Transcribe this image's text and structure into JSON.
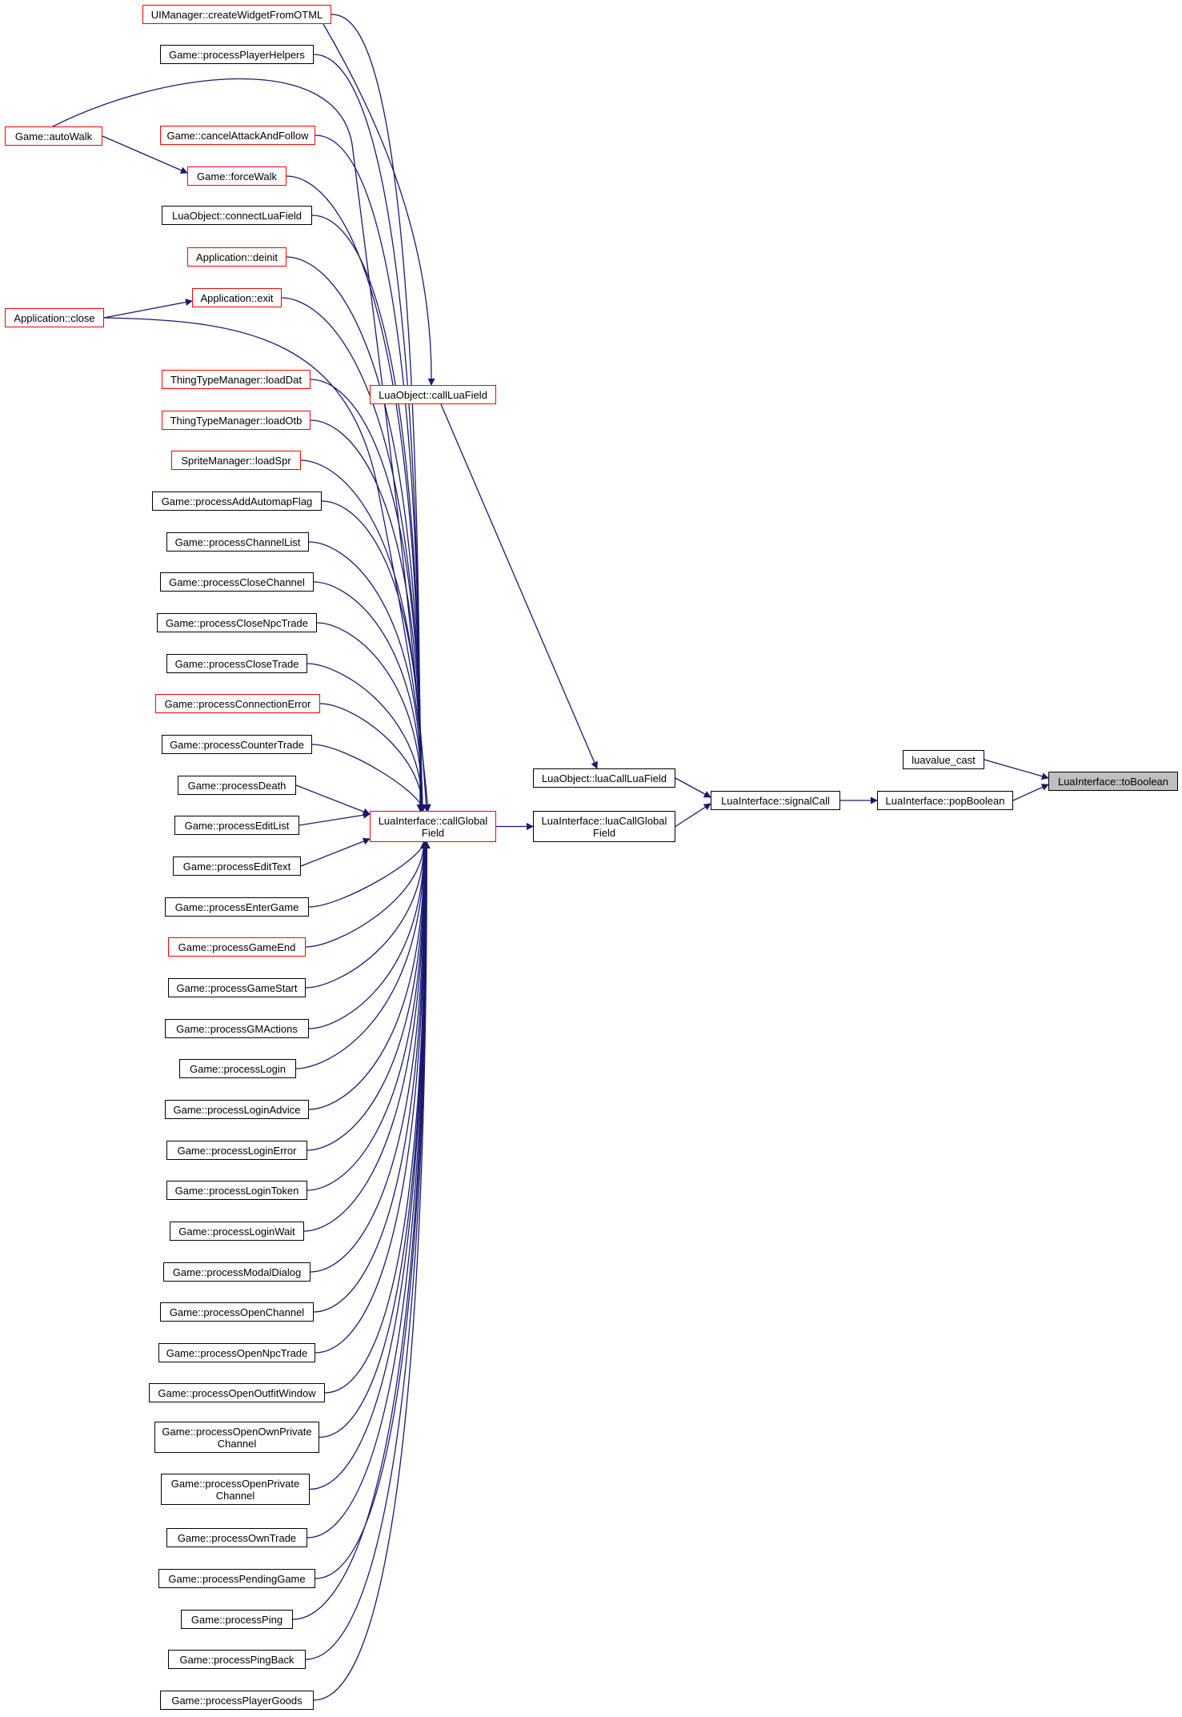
{
  "colors": {
    "edge": "#191970",
    "red_border": "#ff0000",
    "black_border": "#000000",
    "focus_fill": "#bfbfbf"
  },
  "nodes": [
    {
      "id": "createWidget",
      "lines": [
        "UIManager::createWidgetFromOTML"
      ],
      "style": "red"
    },
    {
      "id": "playerHelpers",
      "lines": [
        "Game::processPlayerHelpers"
      ],
      "style": "black"
    },
    {
      "id": "autoWalk",
      "lines": [
        "Game::autoWalk"
      ],
      "style": "red"
    },
    {
      "id": "cancelAttack",
      "lines": [
        "Game::cancelAttackAndFollow"
      ],
      "style": "red"
    },
    {
      "id": "forceWalk",
      "lines": [
        "Game::forceWalk"
      ],
      "style": "red"
    },
    {
      "id": "connectLuaField",
      "lines": [
        "LuaObject::connectLuaField"
      ],
      "style": "black"
    },
    {
      "id": "deinit",
      "lines": [
        "Application::deinit"
      ],
      "style": "red"
    },
    {
      "id": "appExit",
      "lines": [
        "Application::exit"
      ],
      "style": "red"
    },
    {
      "id": "appClose",
      "lines": [
        "Application::close"
      ],
      "style": "red"
    },
    {
      "id": "loadDat",
      "lines": [
        "ThingTypeManager::loadDat"
      ],
      "style": "red"
    },
    {
      "id": "loadOtb",
      "lines": [
        "ThingTypeManager::loadOtb"
      ],
      "style": "red"
    },
    {
      "id": "loadSpr",
      "lines": [
        "SpriteManager::loadSpr"
      ],
      "style": "red"
    },
    {
      "id": "callLuaField",
      "lines": [
        "LuaObject::callLuaField"
      ],
      "style": "red"
    },
    {
      "id": "addAutomap",
      "lines": [
        "Game::processAddAutomapFlag"
      ],
      "style": "black"
    },
    {
      "id": "channelList",
      "lines": [
        "Game::processChannelList"
      ],
      "style": "black"
    },
    {
      "id": "closeChannel",
      "lines": [
        "Game::processCloseChannel"
      ],
      "style": "black"
    },
    {
      "id": "closeNpcTrade",
      "lines": [
        "Game::processCloseNpcTrade"
      ],
      "style": "black"
    },
    {
      "id": "closeTrade",
      "lines": [
        "Game::processCloseTrade"
      ],
      "style": "black"
    },
    {
      "id": "connError",
      "lines": [
        "Game::processConnectionError"
      ],
      "style": "red"
    },
    {
      "id": "counterTrade",
      "lines": [
        "Game::processCounterTrade"
      ],
      "style": "black"
    },
    {
      "id": "death",
      "lines": [
        "Game::processDeath"
      ],
      "style": "black"
    },
    {
      "id": "editList",
      "lines": [
        "Game::processEditList"
      ],
      "style": "black"
    },
    {
      "id": "editText",
      "lines": [
        "Game::processEditText"
      ],
      "style": "black"
    },
    {
      "id": "enterGame",
      "lines": [
        "Game::processEnterGame"
      ],
      "style": "black"
    },
    {
      "id": "gameEnd",
      "lines": [
        "Game::processGameEnd"
      ],
      "style": "red"
    },
    {
      "id": "gameStart",
      "lines": [
        "Game::processGameStart"
      ],
      "style": "black"
    },
    {
      "id": "gmActions",
      "lines": [
        "Game::processGMActions"
      ],
      "style": "black"
    },
    {
      "id": "login",
      "lines": [
        "Game::processLogin"
      ],
      "style": "black"
    },
    {
      "id": "loginAdvice",
      "lines": [
        "Game::processLoginAdvice"
      ],
      "style": "black"
    },
    {
      "id": "loginError",
      "lines": [
        "Game::processLoginError"
      ],
      "style": "black"
    },
    {
      "id": "loginToken",
      "lines": [
        "Game::processLoginToken"
      ],
      "style": "black"
    },
    {
      "id": "loginWait",
      "lines": [
        "Game::processLoginWait"
      ],
      "style": "black"
    },
    {
      "id": "modalDialog",
      "lines": [
        "Game::processModalDialog"
      ],
      "style": "black"
    },
    {
      "id": "openChannel",
      "lines": [
        "Game::processOpenChannel"
      ],
      "style": "black"
    },
    {
      "id": "openNpcTrade",
      "lines": [
        "Game::processOpenNpcTrade"
      ],
      "style": "black"
    },
    {
      "id": "openOutfit",
      "lines": [
        "Game::processOpenOutfitWindow"
      ],
      "style": "black"
    },
    {
      "id": "openOwnPrivate",
      "lines": [
        "Game::processOpenOwnPrivate",
        "Channel"
      ],
      "style": "black"
    },
    {
      "id": "openPrivate",
      "lines": [
        "Game::processOpenPrivate",
        "Channel"
      ],
      "style": "black"
    },
    {
      "id": "ownTrade",
      "lines": [
        "Game::processOwnTrade"
      ],
      "style": "black"
    },
    {
      "id": "pendingGame",
      "lines": [
        "Game::processPendingGame"
      ],
      "style": "black"
    },
    {
      "id": "ping",
      "lines": [
        "Game::processPing"
      ],
      "style": "black"
    },
    {
      "id": "pingBack",
      "lines": [
        "Game::processPingBack"
      ],
      "style": "black"
    },
    {
      "id": "playerGoods",
      "lines": [
        "Game::processPlayerGoods"
      ],
      "style": "black"
    },
    {
      "id": "callGlobalField",
      "lines": [
        "LuaInterface::callGlobal",
        "Field"
      ],
      "style": "red"
    },
    {
      "id": "luaCallLuaField",
      "lines": [
        "LuaObject::luaCallLuaField"
      ],
      "style": "black"
    },
    {
      "id": "luaCallGlobalField",
      "lines": [
        "LuaInterface::luaCallGlobal",
        "Field"
      ],
      "style": "black"
    },
    {
      "id": "signalCall",
      "lines": [
        "LuaInterface::signalCall"
      ],
      "style": "black"
    },
    {
      "id": "luavalueCast",
      "lines": [
        "luavalue_cast"
      ],
      "style": "black"
    },
    {
      "id": "popBoolean",
      "lines": [
        "LuaInterface::popBoolean"
      ],
      "style": "black"
    },
    {
      "id": "toBoolean",
      "lines": [
        "LuaInterface::toBoolean"
      ],
      "style": "focus"
    }
  ],
  "edges": [
    [
      "createWidget",
      "callLuaField"
    ],
    [
      "createWidget",
      "callGlobalField"
    ],
    [
      "playerHelpers",
      "callGlobalField"
    ],
    [
      "autoWalk",
      "callGlobalField"
    ],
    [
      "autoWalk",
      "forceWalk"
    ],
    [
      "cancelAttack",
      "callGlobalField"
    ],
    [
      "forceWalk",
      "callGlobalField"
    ],
    [
      "connectLuaField",
      "callGlobalField"
    ],
    [
      "deinit",
      "callGlobalField"
    ],
    [
      "appExit",
      "callGlobalField"
    ],
    [
      "appClose",
      "appExit"
    ],
    [
      "appClose",
      "callGlobalField"
    ],
    [
      "loadDat",
      "callGlobalField"
    ],
    [
      "loadOtb",
      "callGlobalField"
    ],
    [
      "loadSpr",
      "callGlobalField"
    ],
    [
      "addAutomap",
      "callGlobalField"
    ],
    [
      "channelList",
      "callGlobalField"
    ],
    [
      "closeChannel",
      "callGlobalField"
    ],
    [
      "closeNpcTrade",
      "callGlobalField"
    ],
    [
      "closeTrade",
      "callGlobalField"
    ],
    [
      "connError",
      "callGlobalField"
    ],
    [
      "counterTrade",
      "callGlobalField"
    ],
    [
      "death",
      "callGlobalField"
    ],
    [
      "editList",
      "callGlobalField"
    ],
    [
      "editText",
      "callGlobalField"
    ],
    [
      "enterGame",
      "callGlobalField"
    ],
    [
      "gameEnd",
      "callGlobalField"
    ],
    [
      "gameStart",
      "callGlobalField"
    ],
    [
      "gmActions",
      "callGlobalField"
    ],
    [
      "login",
      "callGlobalField"
    ],
    [
      "loginAdvice",
      "callGlobalField"
    ],
    [
      "loginError",
      "callGlobalField"
    ],
    [
      "loginToken",
      "callGlobalField"
    ],
    [
      "loginWait",
      "callGlobalField"
    ],
    [
      "modalDialog",
      "callGlobalField"
    ],
    [
      "openChannel",
      "callGlobalField"
    ],
    [
      "openNpcTrade",
      "callGlobalField"
    ],
    [
      "openOutfit",
      "callGlobalField"
    ],
    [
      "openOwnPrivate",
      "callGlobalField"
    ],
    [
      "openPrivate",
      "callGlobalField"
    ],
    [
      "ownTrade",
      "callGlobalField"
    ],
    [
      "pendingGame",
      "callGlobalField"
    ],
    [
      "ping",
      "callGlobalField"
    ],
    [
      "pingBack",
      "callGlobalField"
    ],
    [
      "playerGoods",
      "callGlobalField"
    ],
    [
      "callLuaField",
      "luaCallLuaField"
    ],
    [
      "callGlobalField",
      "luaCallGlobalField"
    ],
    [
      "luaCallLuaField",
      "signalCall"
    ],
    [
      "luaCallGlobalField",
      "signalCall"
    ],
    [
      "signalCall",
      "popBoolean"
    ],
    [
      "luavalueCast",
      "toBoolean"
    ],
    [
      "popBoolean",
      "toBoolean"
    ]
  ]
}
